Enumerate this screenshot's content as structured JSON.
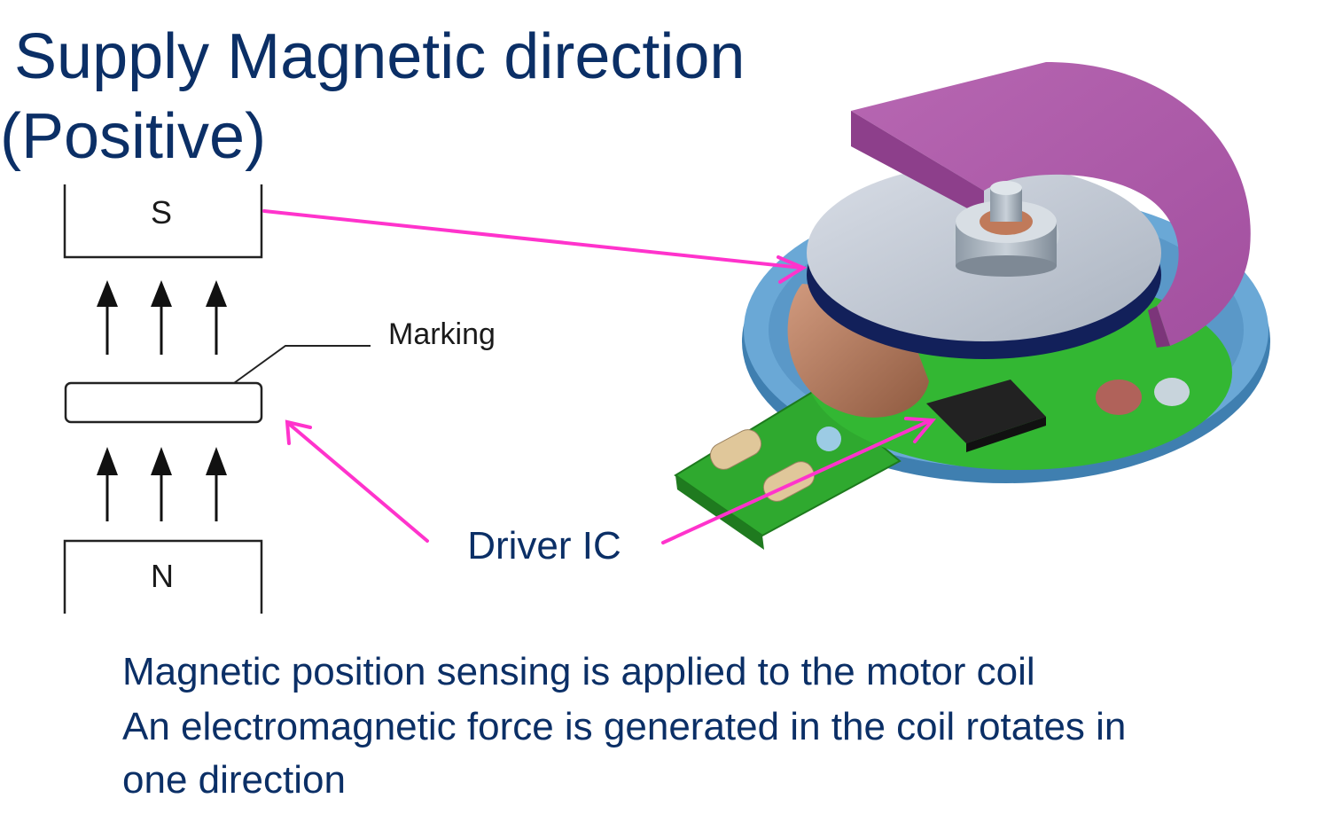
{
  "title": {
    "line1": "Supply Magnetic direction",
    "line2": "(Positive)"
  },
  "magnet": {
    "south_label": "S",
    "north_label": "N",
    "marking_label": "Marking"
  },
  "callout": {
    "driver_ic_label": "Driver IC"
  },
  "caption": {
    "line1": "Magnetic position sensing is applied to the motor coil",
    "line2": "An electromagnetic force is generated in the coil rotates in",
    "line3": "one direction"
  },
  "colors": {
    "title_blue": "#0b2f66",
    "arrow_magenta": "#ff33cc",
    "rotor_purple": "#a855a5",
    "pcb_green": "#2fb52f",
    "coil_copper": "#b8785a",
    "base_blue": "#5b9ccc"
  }
}
